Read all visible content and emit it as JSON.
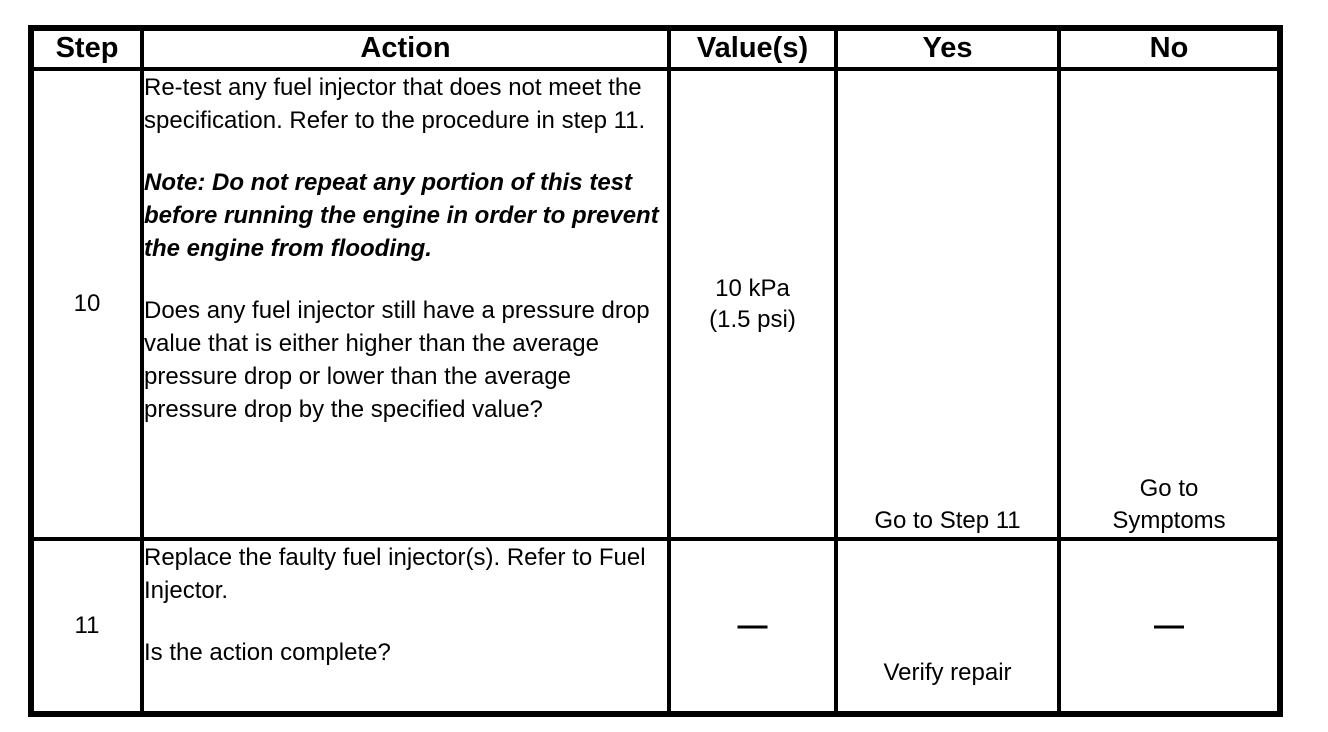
{
  "table": {
    "headers": [
      {
        "label": "Step"
      },
      {
        "label": "Action"
      },
      {
        "label": "Value(s)"
      },
      {
        "label": "Yes"
      },
      {
        "label": "No"
      }
    ],
    "rows": [
      {
        "step": "10",
        "action": {
          "paragraph_1": "Re-test any fuel injector that does not meet the specification. Refer to the procedure in step 11.",
          "note": "Note: Do not repeat any portion of this test before running the engine in order to prevent the engine from flooding.",
          "question": "Does any fuel injector still have a pressure drop value that is either higher than the average pressure drop or lower than the average pressure drop by the specified value?"
        },
        "value_line_1": "10 kPa",
        "value_line_2": "(1.5 psi)",
        "yes": "Go to Step 11",
        "no": "Go to Symptoms"
      },
      {
        "step": "11",
        "action": {
          "paragraph_1": "Replace the faulty fuel injector(s). Refer to Fuel Injector.",
          "question": "Is the action complete?"
        },
        "value_dash": "—",
        "yes": "Verify repair",
        "no_dash": "—"
      }
    ]
  }
}
